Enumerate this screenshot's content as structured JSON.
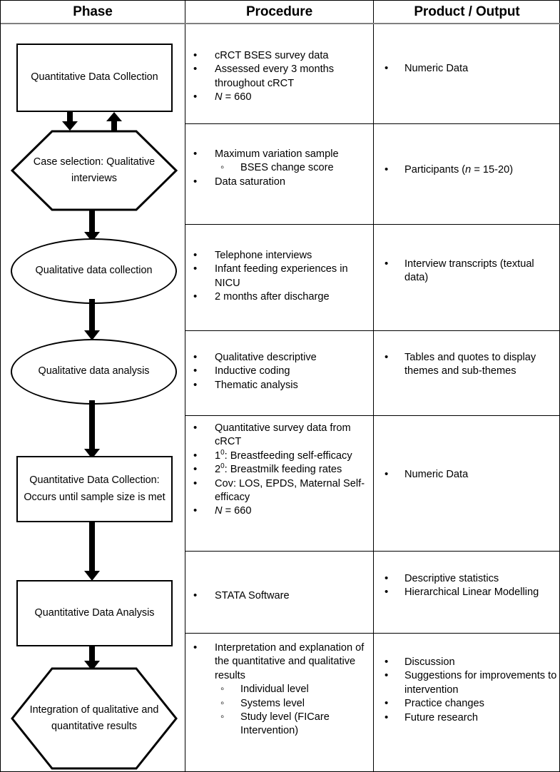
{
  "header": {
    "columns": [
      "Phase",
      "Procedure",
      "Product / Output"
    ]
  },
  "rows": [
    {
      "phase_shape": "rectangle",
      "phase_label": "Quantitative Data Collection",
      "procedure": [
        {
          "text": "cRCT BSES survey data"
        },
        {
          "text": "Assessed every 3 months throughout cRCT"
        },
        {
          "text": "N = 660",
          "italic_lead": "N"
        }
      ],
      "product": [
        "Numeric Data"
      ]
    },
    {
      "phase_shape": "hexagon",
      "phase_label": "Case selection: Qualitative interviews",
      "procedure": [
        {
          "text": "Maximum variation sample",
          "sub": [
            "BSES change score"
          ]
        },
        {
          "text": "Data saturation"
        }
      ],
      "product": [
        "Participants (n = 15-20)"
      ]
    },
    {
      "phase_shape": "ellipse",
      "phase_label": "Qualitative data collection",
      "procedure": [
        {
          "text": "Telephone interviews"
        },
        {
          "text": "Infant feeding experiences in NICU"
        },
        {
          "text": "2 months after discharge"
        }
      ],
      "product": [
        "Interview transcripts (textual data)"
      ]
    },
    {
      "phase_shape": "ellipse",
      "phase_label": "Qualitative data analysis",
      "procedure": [
        {
          "text": "Qualitative descriptive"
        },
        {
          "text": "Inductive coding"
        },
        {
          "text": "Thematic analysis"
        }
      ],
      "product": [
        "Tables and quotes to display themes and sub-themes"
      ]
    },
    {
      "phase_shape": "rectangle",
      "phase_label": "Quantitative Data Collection: Occurs until sample size is met",
      "procedure": [
        {
          "text": "Quantitative survey data from cRCT"
        },
        {
          "text": "1⁰: Breastfeeding self-efficacy"
        },
        {
          "text": "2⁰: Breastmilk feeding rates"
        },
        {
          "text": "Cov: LOS, EPDS, Maternal Self-efficacy"
        },
        {
          "text": "N = 660"
        }
      ],
      "product": [
        "Numeric Data"
      ]
    },
    {
      "phase_shape": "rectangle",
      "phase_label": "Quantitative Data Analysis",
      "procedure": [
        {
          "text": "STATA Software"
        }
      ],
      "product": [
        "Descriptive statistics",
        "Hierarchical Linear Modelling"
      ]
    },
    {
      "phase_shape": "hexagon",
      "phase_label": "Integration of qualitative and quantitative results",
      "procedure": [
        {
          "text": "Interpretation and explanation of the quantitative and qualitative results",
          "sub": [
            "Individual level",
            "Systems level",
            "Study level (FICare Intervention)"
          ]
        }
      ],
      "product": [
        "Discussion",
        "Suggestions for improvements to intervention",
        "Practice changes",
        "Future research"
      ]
    }
  ],
  "cells": {
    "r1c2_b1": "cRCT BSES survey data",
    "r1c2_b2": "Assessed every 3 months throughout cRCT",
    "r1c2_b3_n": "N",
    "r1c2_b3_rest": " = 660",
    "r1c3_b1": "Numeric Data",
    "r2c2_b1": "Maximum variation sample",
    "r2c2_s1": "BSES change score",
    "r2c2_b2": "Data saturation",
    "r2c3_pre": "Participants (",
    "r2c3_n": "n",
    "r2c3_post": " = 15-20)",
    "r3c2_b1": "Telephone interviews",
    "r3c2_b2": "Infant feeding experiences in NICU",
    "r3c2_b3": "2 months after discharge",
    "r3c3_b1": "Interview transcripts (textual data)",
    "r4c2_b1": "Qualitative descriptive",
    "r4c2_b2": "Inductive coding",
    "r4c2_b3": "Thematic analysis",
    "r4c3_b1": "Tables and quotes to display themes and sub-themes",
    "r5c2_b1": "Quantitative survey data from cRCT",
    "r5c2_b2_num": "1",
    "r5c2_b2_sup": "0",
    "r5c2_b2_rest": ": Breastfeeding self-efficacy",
    "r5c2_b3_num": "2",
    "r5c2_b3_sup": "0",
    "r5c2_b3_rest": ": Breastmilk feeding rates",
    "r5c2_b4": "Cov: LOS, EPDS, Maternal Self-efficacy",
    "r5c2_b5_n": "N",
    "r5c2_b5_rest": " = 660",
    "r5c3_b1": "Numeric Data",
    "r6c2_b1": "STATA Software",
    "r6c3_b1": "Descriptive statistics",
    "r6c3_b2": "Hierarchical Linear Modelling",
    "r7c2_b1": "Interpretation and explanation of the quantitative and qualitative results",
    "r7c2_s1": "Individual level",
    "r7c2_s2": "Systems level",
    "r7c2_s3": "Study level (FICare Intervention)",
    "r7c3_b1": "Discussion",
    "r7c3_b2": "Suggestions for improvements to intervention",
    "r7c3_b3": "Practice changes",
    "r7c3_b4": "Future research"
  },
  "shapes": {
    "s1": "Quantitative Data Collection",
    "s2": "Case selection: Qualitative interviews",
    "s3": "Qualitative data collection",
    "s4": "Qualitative data analysis",
    "s5": "Quantitative Data Collection: Occurs until sample size is met",
    "s6": "Quantitative Data Analysis",
    "s7": "Integration of qualitative and quantitative results"
  },
  "colors": {
    "stroke": "#000000",
    "header_rule": "#808080",
    "background": "#ffffff"
  }
}
